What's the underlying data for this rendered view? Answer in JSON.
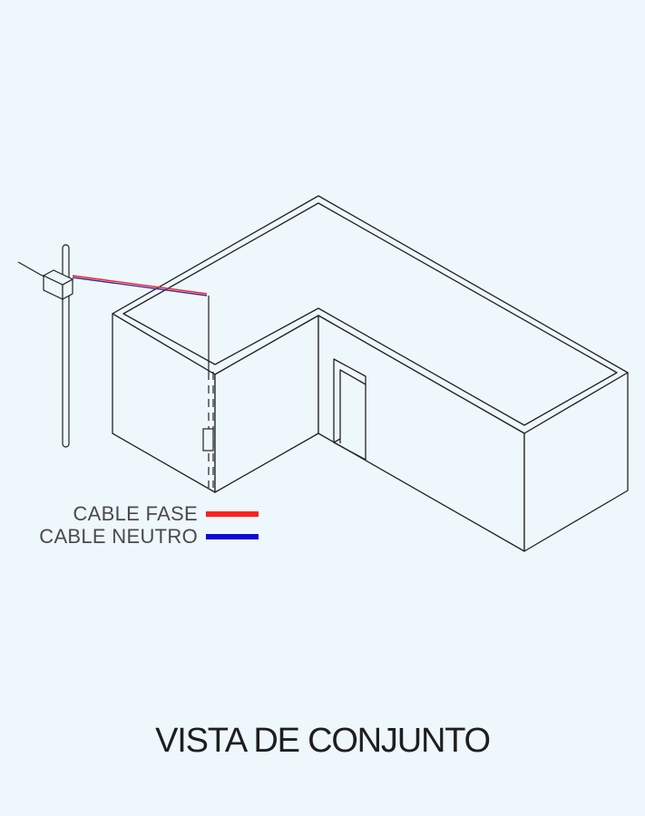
{
  "legend": {
    "phase": {
      "label": "CABLE FASE",
      "color": "#ff2020"
    },
    "neutral": {
      "label": "CABLE NEUTRO",
      "color": "#0a0ad8"
    }
  },
  "caption": "VISTA DE CONJUNTO",
  "colors": {
    "background": "#eef7fc",
    "line": "#222222",
    "wall_fill": "#eef7fc"
  }
}
